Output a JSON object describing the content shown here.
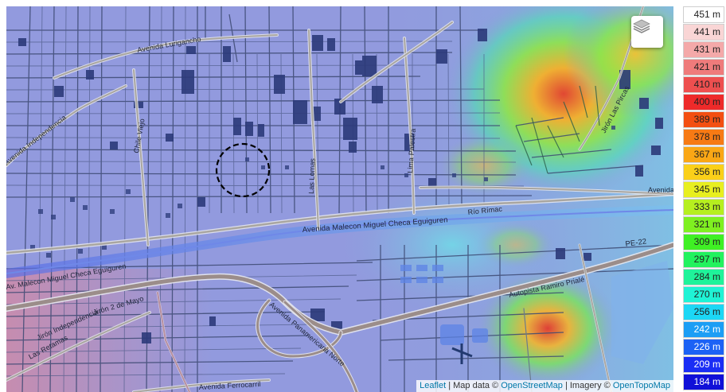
{
  "map": {
    "road_labels": [
      "Avenida Lurigancho",
      "Avenida Independencia",
      "Chile Viejo",
      "Las Lomas",
      "Lima Palestra",
      "Avenida Malecon Miguel Checa Eguiguren",
      "Av. Malecon Miguel Checa Eguiguren",
      "Río Rímac",
      "PE-22",
      "Autopista Ramiro Prialé",
      "Avenida Panamericana Norte",
      "Jirón 2 de Mayo",
      "Jirón Independencia",
      "Las Retamas",
      "Avenida Ferrocarril",
      "Avenida",
      "Jirón Las Pircas"
    ],
    "layers_icon": "layers-stack-icon"
  },
  "attribution": {
    "leaflet": "Leaflet",
    "separator1": " | Map data © ",
    "osm": "OpenStreetMap",
    "separator2": " | Imagery © ",
    "opentopo": "OpenTopoMap"
  },
  "legend": {
    "entries": [
      {
        "label": "451 m",
        "color": "#ffffff"
      },
      {
        "label": "441 m",
        "color": "#f9d5d5"
      },
      {
        "label": "431 m",
        "color": "#f4a9a9"
      },
      {
        "label": "421 m",
        "color": "#ef7b7b"
      },
      {
        "label": "410 m",
        "color": "#ee4f4f"
      },
      {
        "label": "400 m",
        "color": "#ee2a2a"
      },
      {
        "label": "389 m",
        "color": "#f34f12"
      },
      {
        "label": "378 m",
        "color": "#f77a14"
      },
      {
        "label": "367 m",
        "color": "#faa715"
      },
      {
        "label": "356 m",
        "color": "#fad019"
      },
      {
        "label": "345 m",
        "color": "#e8ef1f"
      },
      {
        "label": "333 m",
        "color": "#b6ef1f"
      },
      {
        "label": "321 m",
        "color": "#7ff020"
      },
      {
        "label": "309 m",
        "color": "#3ff024"
      },
      {
        "label": "297 m",
        "color": "#22f25e"
      },
      {
        "label": "284 m",
        "color": "#1ff39a"
      },
      {
        "label": "270 m",
        "color": "#1ff3d5"
      },
      {
        "label": "256 m",
        "color": "#1cd7f5"
      },
      {
        "label": "242 m",
        "color": "#1c9ef5"
      },
      {
        "label": "226 m",
        "color": "#1c62f5"
      },
      {
        "label": "209 m",
        "color": "#1a2ef5"
      },
      {
        "label": "184 m",
        "color": "#1010d8"
      }
    ]
  }
}
